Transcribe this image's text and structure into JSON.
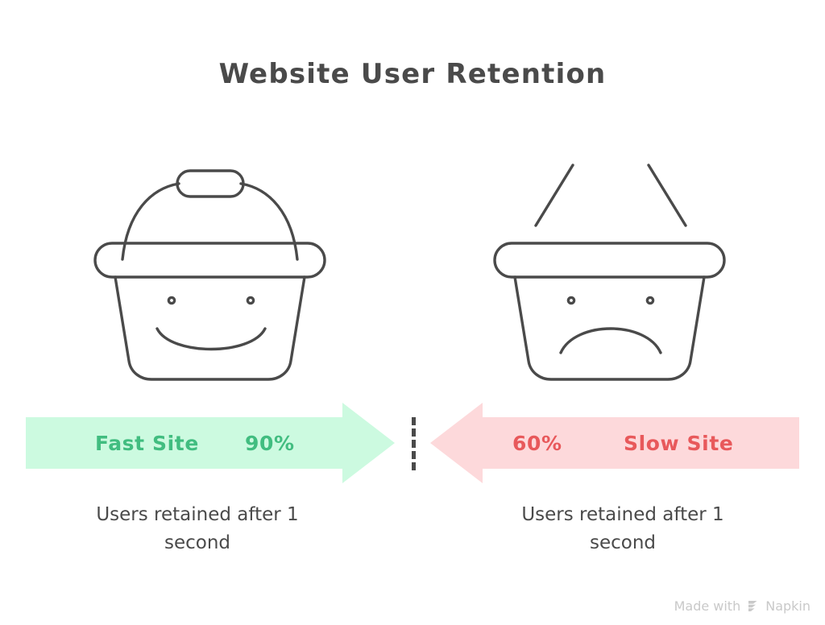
{
  "page": {
    "title": "Website User Retention",
    "background": "#ffffff"
  },
  "colors": {
    "title_text": "#4a4a4a",
    "line_art": "#4a4a4a",
    "fast_fill": "#ccfae0",
    "fast_text": "#41bd80",
    "slow_fill": "#fdd9db",
    "slow_text": "#e8595b",
    "divider": "#4a4a4a",
    "watermark": "#c9c9c9"
  },
  "chart_data": {
    "type": "bar",
    "title": "Website User Retention",
    "xlabel": "",
    "ylabel": "",
    "categories": [
      "Fast Site",
      "Slow Site"
    ],
    "values": [
      90,
      60
    ],
    "unit": "%",
    "annotations": [
      "Users retained after 1 second",
      "Users retained after 1 second"
    ],
    "grid": false,
    "legend": "none"
  },
  "left_panel": {
    "icon": "happy-shopping-basket",
    "mood": "happy",
    "handle_state": "intact",
    "arrow_direction": "right",
    "label": "Fast Site",
    "percent": "90%",
    "caption": "Users retained after 1 second"
  },
  "right_panel": {
    "icon": "sad-shopping-basket",
    "mood": "sad",
    "handle_state": "broken",
    "arrow_direction": "left",
    "label": "Slow Site",
    "percent": "60%",
    "caption": "Users retained after 1 second"
  },
  "divider": {
    "style": "dashed-vertical"
  },
  "watermark": {
    "prefix": "Made with",
    "brand": "Napkin",
    "logo": "napkin-chevron-icon"
  }
}
